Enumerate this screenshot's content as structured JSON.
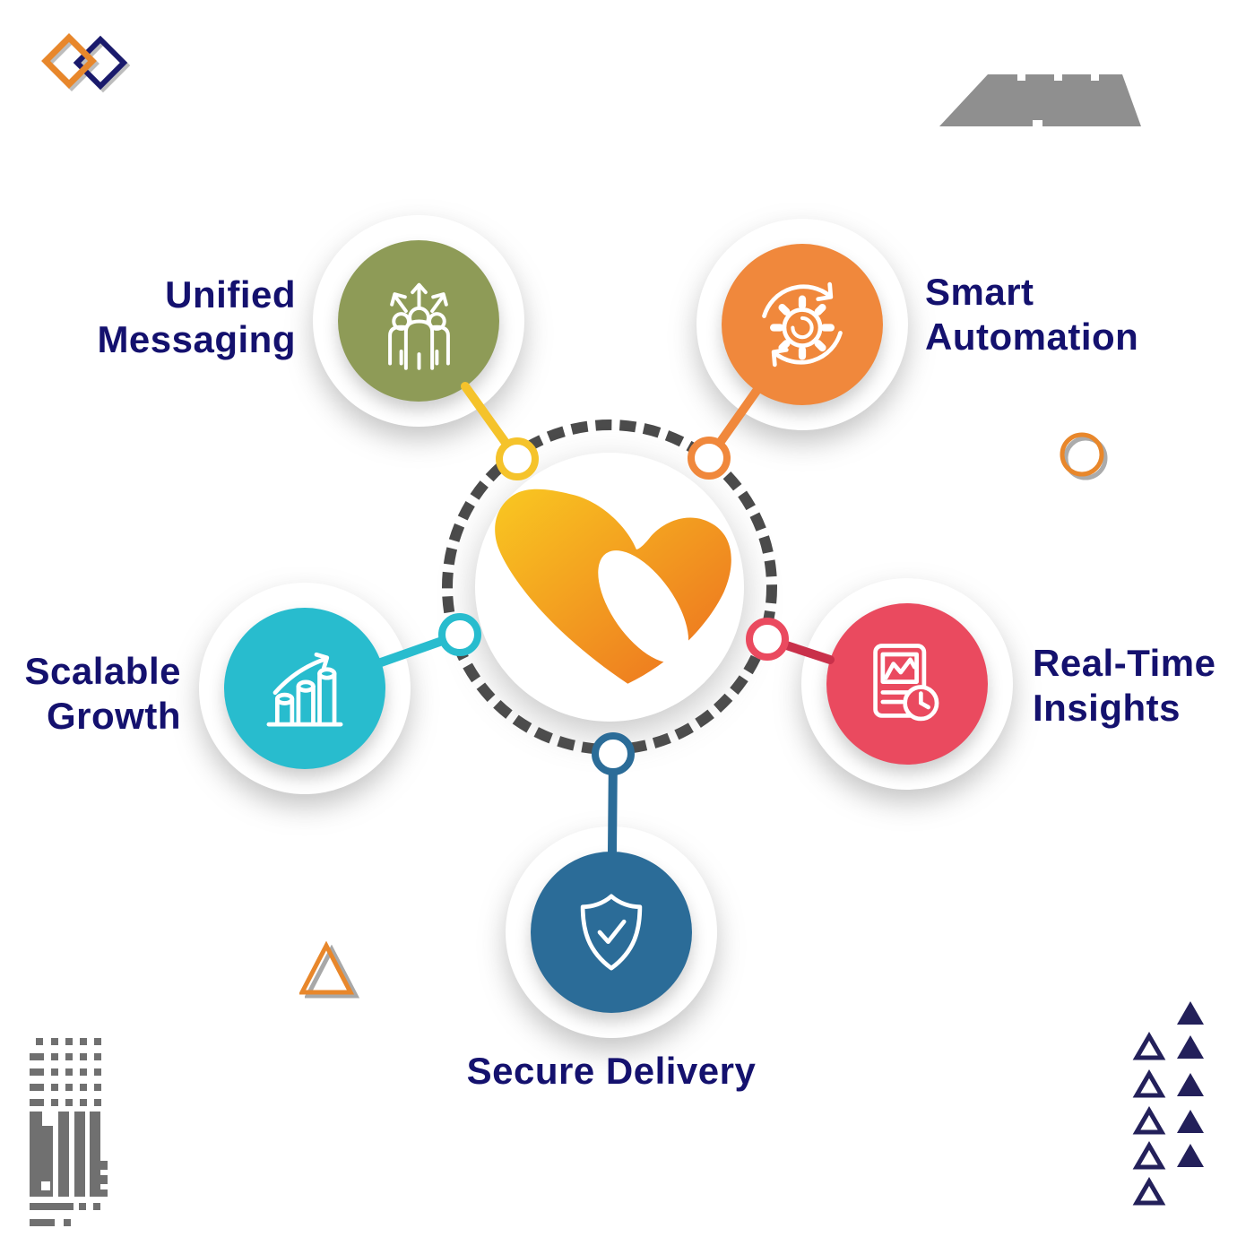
{
  "hub": {
    "logo": "orange-v-heart-logo-icon",
    "logo_gradient_start": "#F9C821",
    "logo_gradient_end": "#EC6E1F",
    "ring_color": "#4B4B4B"
  },
  "label_color": "#14116E",
  "nodes": [
    {
      "id": "unified-messaging",
      "lines": [
        "Unified",
        "Messaging"
      ],
      "circle_color": "#8E9B57",
      "connector_color": "#F5C32B",
      "icon": "team-up-arrows-icon"
    },
    {
      "id": "smart-automation",
      "lines": [
        "Smart",
        "Automation"
      ],
      "circle_color": "#F0883C",
      "connector_color": "#F0883C",
      "icon": "gear-cycle-icon"
    },
    {
      "id": "scalable-growth",
      "lines": [
        "Scalable",
        "Growth"
      ],
      "circle_color": "#28BCCE",
      "connector_color": "#28BCCE",
      "icon": "growth-bars-icon"
    },
    {
      "id": "real-time-insights",
      "lines": [
        "Real-Time",
        "Insights"
      ],
      "circle_color": "#EA4A5F",
      "connector_color": "#C9304A",
      "icon": "report-clock-icon"
    },
    {
      "id": "secure-delivery",
      "lines": [
        "Secure Delivery"
      ],
      "circle_color": "#2B6C98",
      "connector_color": "#2B6C98",
      "icon": "shield-check-icon"
    }
  ],
  "decor": {
    "top_left": "overlapping-diamonds-decor",
    "top_right": "gray-slanted-logo-watermark",
    "right": "orange-ring-decor",
    "bottom_left_triangle": "orange-triangle-decor",
    "bottom_left_pattern": "gray-pixel-grid-decor",
    "bottom_right_pattern": "navy-triangle-pattern-decor",
    "gray": "#8F8F8F",
    "pixel_gray": "#707070",
    "navy": "#23205A",
    "orange": "#E8872B"
  }
}
